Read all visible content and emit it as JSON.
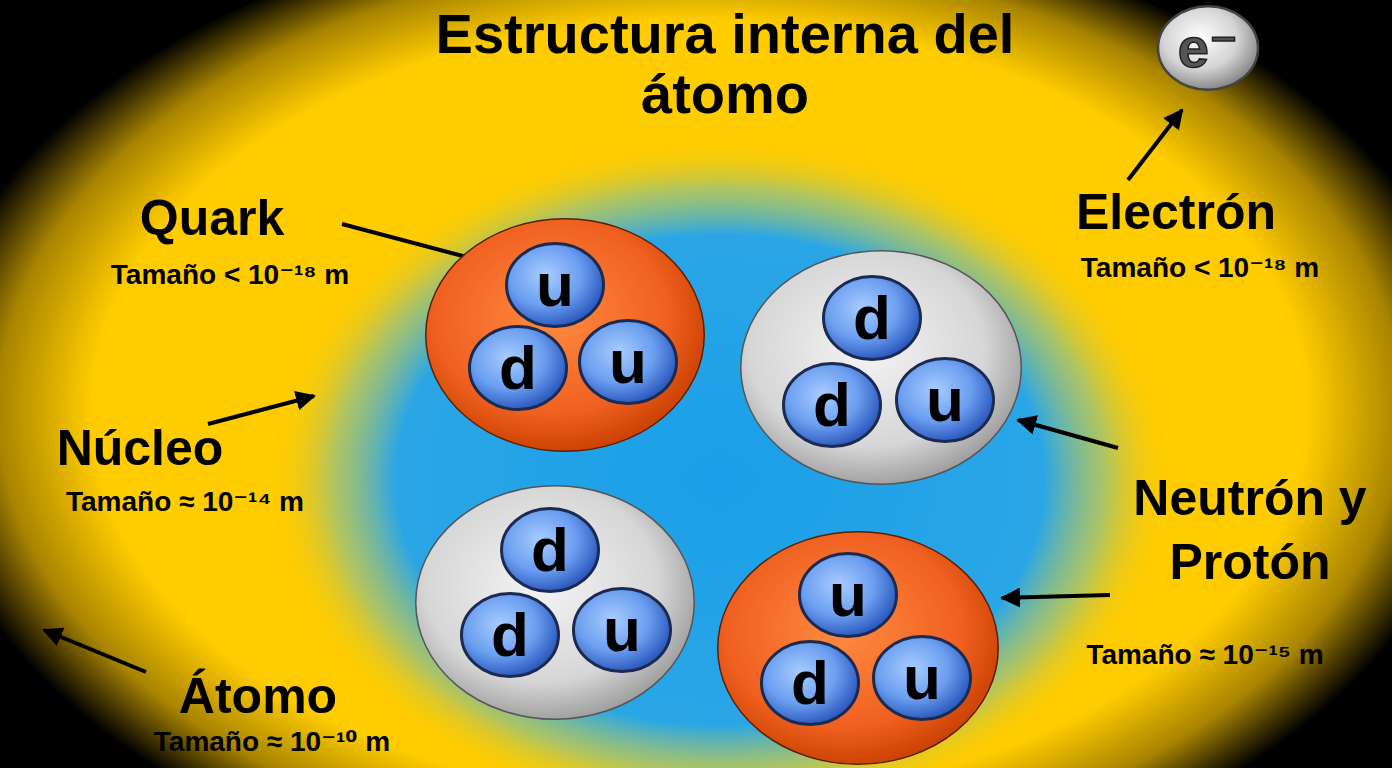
{
  "diagram": {
    "title": "Estructura interna del átomo",
    "nodes": [
      {
        "text": [
          "e⁻"
        ]
      },
      {
        "text": []
      },
      {
        "text": [
          "u"
        ],
        "in": 1
      },
      {
        "text": [
          "d"
        ],
        "in": 1
      },
      {
        "text": [
          "u"
        ],
        "in": 1
      },
      {
        "text": []
      },
      {
        "text": [
          "d"
        ],
        "in": 5
      },
      {
        "text": [
          "d"
        ],
        "in": 5
      },
      {
        "text": [
          "u"
        ],
        "in": 5
      },
      {
        "text": []
      },
      {
        "text": [
          "d"
        ],
        "in": 9
      },
      {
        "text": [
          "d"
        ],
        "in": 9
      },
      {
        "text": [
          "u"
        ],
        "in": 9
      },
      {
        "text": []
      },
      {
        "text": [
          "u"
        ],
        "in": 13
      },
      {
        "text": [
          "d"
        ],
        "in": 13
      },
      {
        "text": [
          "u"
        ],
        "in": 13
      }
    ],
    "labels": [
      "Quark",
      "Tamaño < 10⁻¹⁸ m",
      "Electrón",
      "Tamaño < 10⁻¹⁸ m",
      "Núcleo",
      "Tamaño ≈ 10⁻¹⁴ m",
      "Neutrón y Protón",
      "Tamaño ≈ 10⁻¹⁵ m",
      "Átomo",
      "Tamaño ≈ 10⁻¹⁰ m"
    ]
  }
}
